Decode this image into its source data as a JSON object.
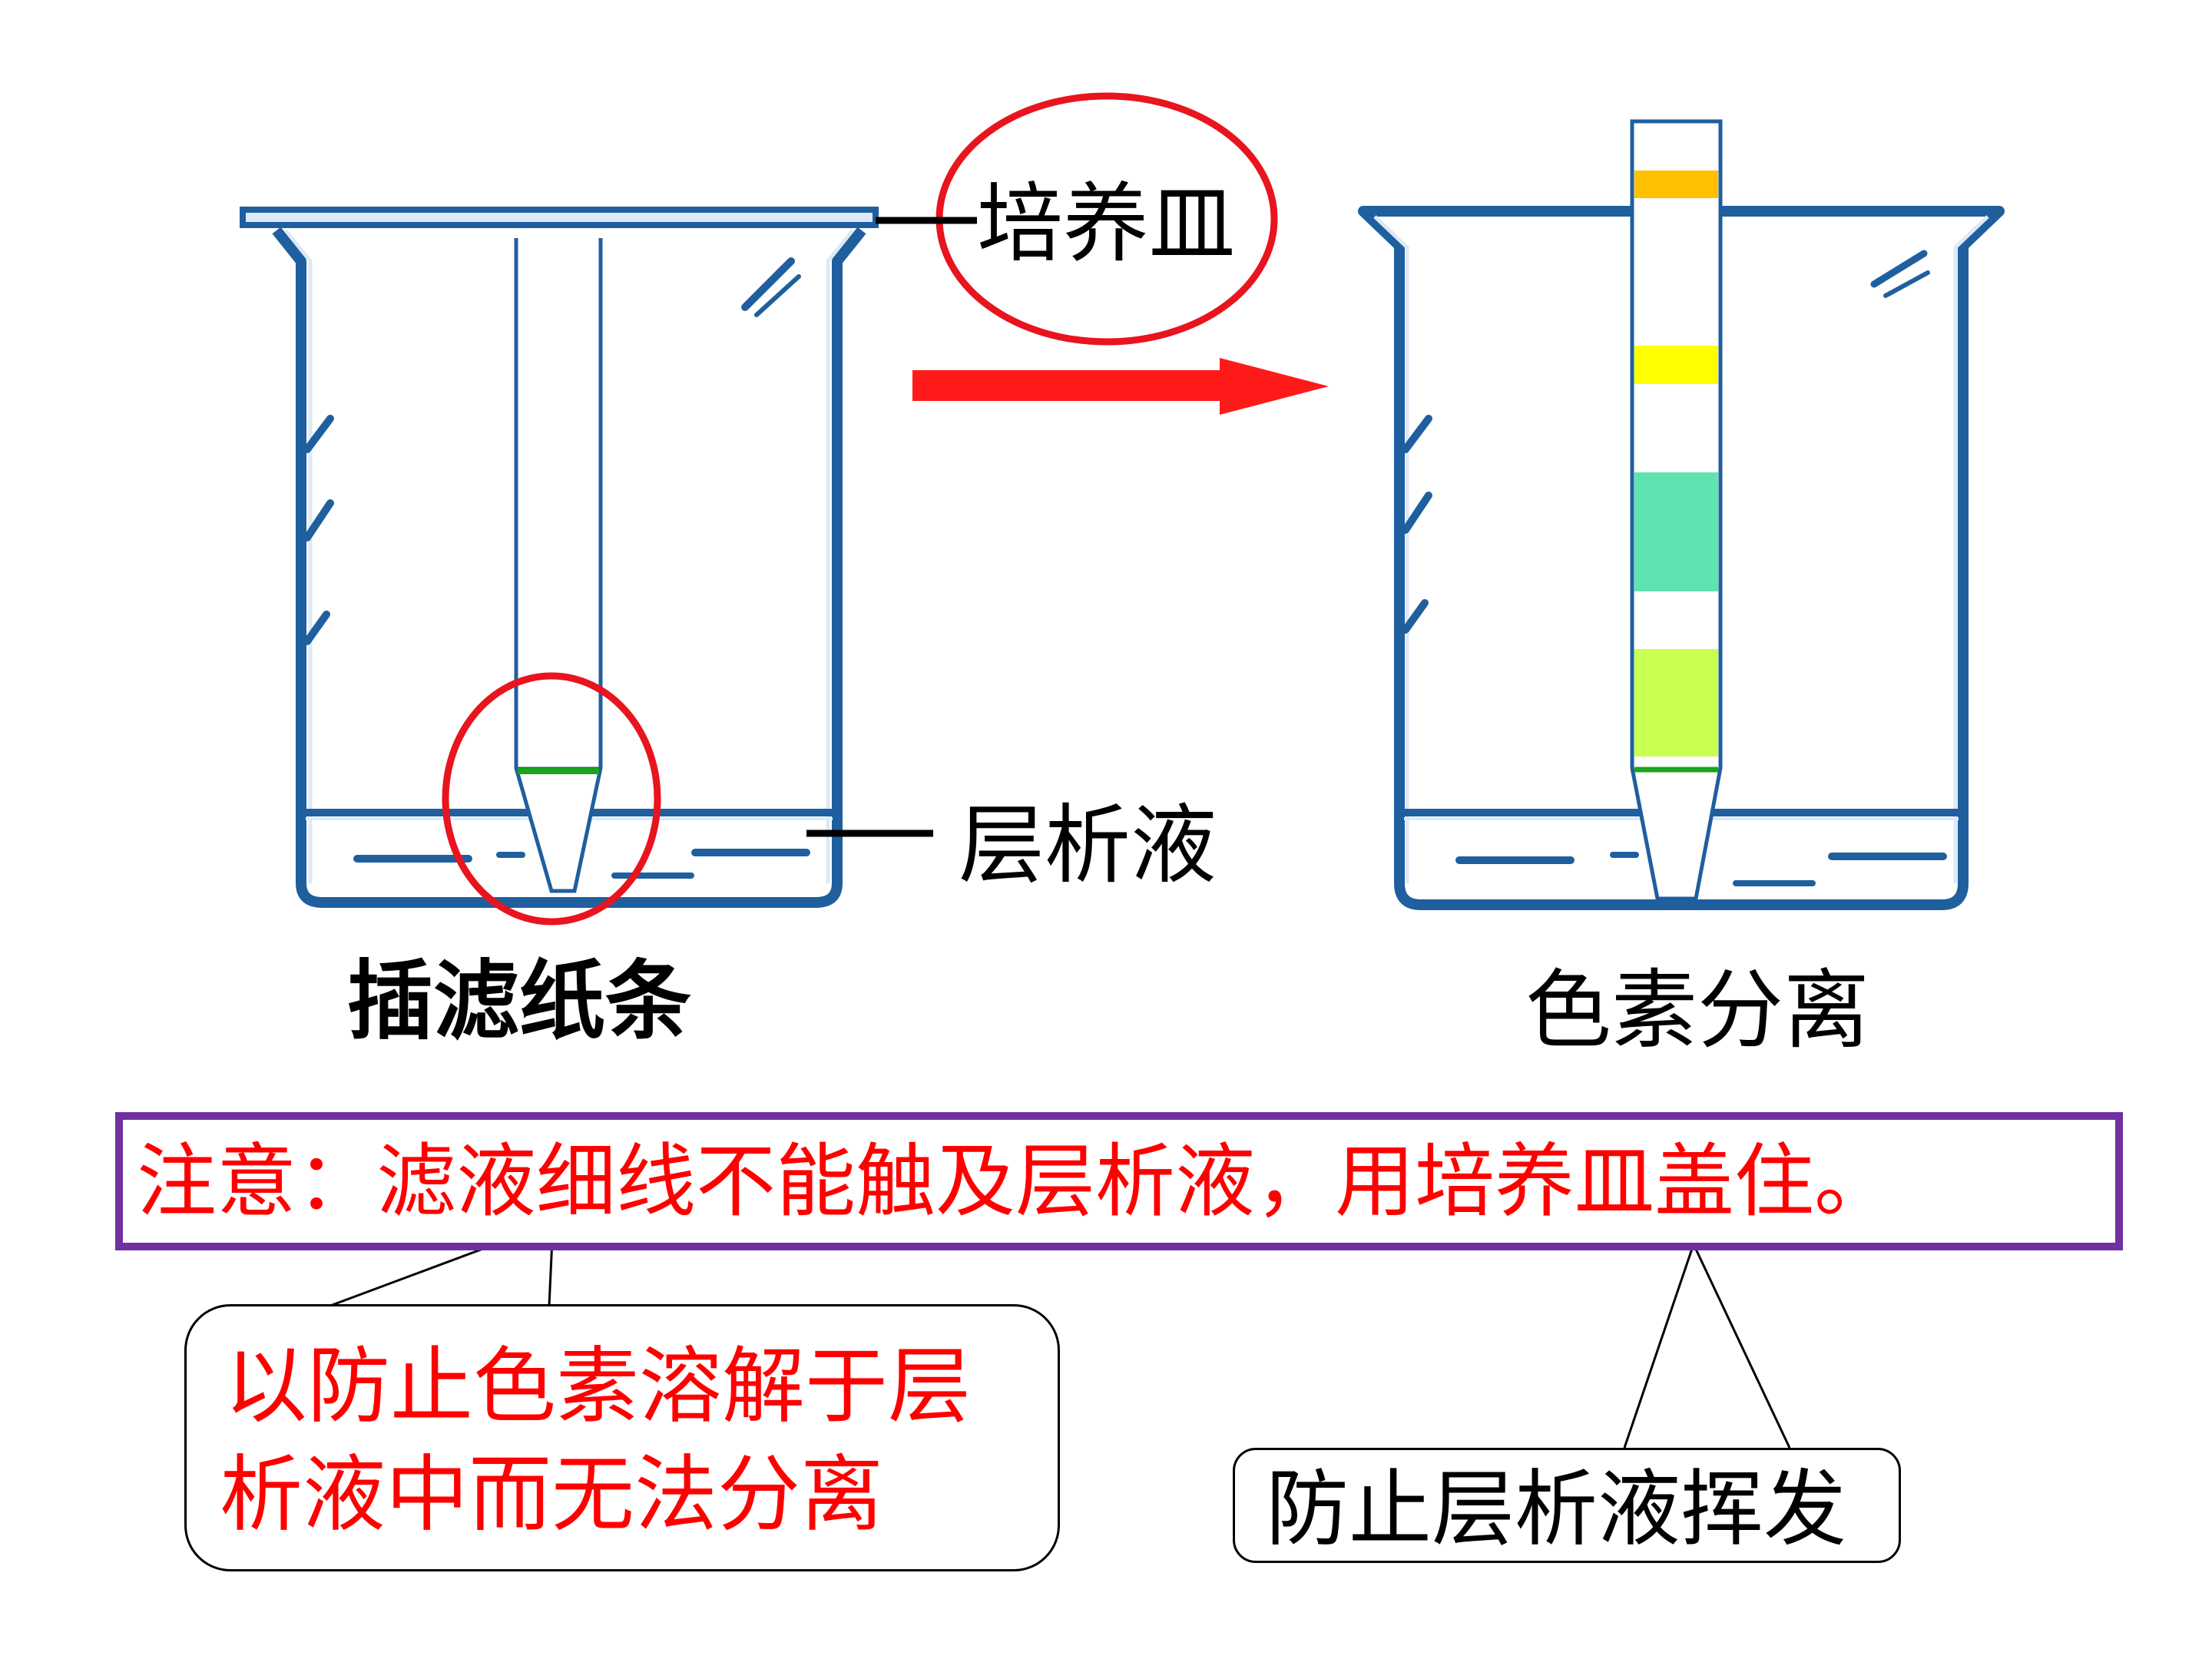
{
  "left_beaker": {
    "lid_label": "培养皿",
    "solvent_label": "层析液",
    "caption": "插滤纸条"
  },
  "right_beaker": {
    "caption": "色素分离"
  },
  "note": {
    "text": "注意：滤液细线不能触及层析液，用培养皿盖住。"
  },
  "callouts": {
    "left_text_line1": "以防止色素溶解于层",
    "left_text_line2": "析液中而无法分离",
    "right_text": "防止层析液挥发"
  },
  "colors": {
    "beaker_outline": "#1f5f9e",
    "beaker_fill": "#dceaf7",
    "highlight_red": "#e8141e",
    "arrow_red": "#ff1a1a",
    "note_border": "#7030a0",
    "band_orange": "#ffc000",
    "band_yellow": "#ffff00",
    "band_blue_green": "#5fe3b0",
    "band_yellow_green": "#c8ff50",
    "start_line_green": "#1aa51a"
  },
  "icons": [
    "beaker-icon",
    "filter-strip-icon",
    "arrow-right-icon"
  ]
}
